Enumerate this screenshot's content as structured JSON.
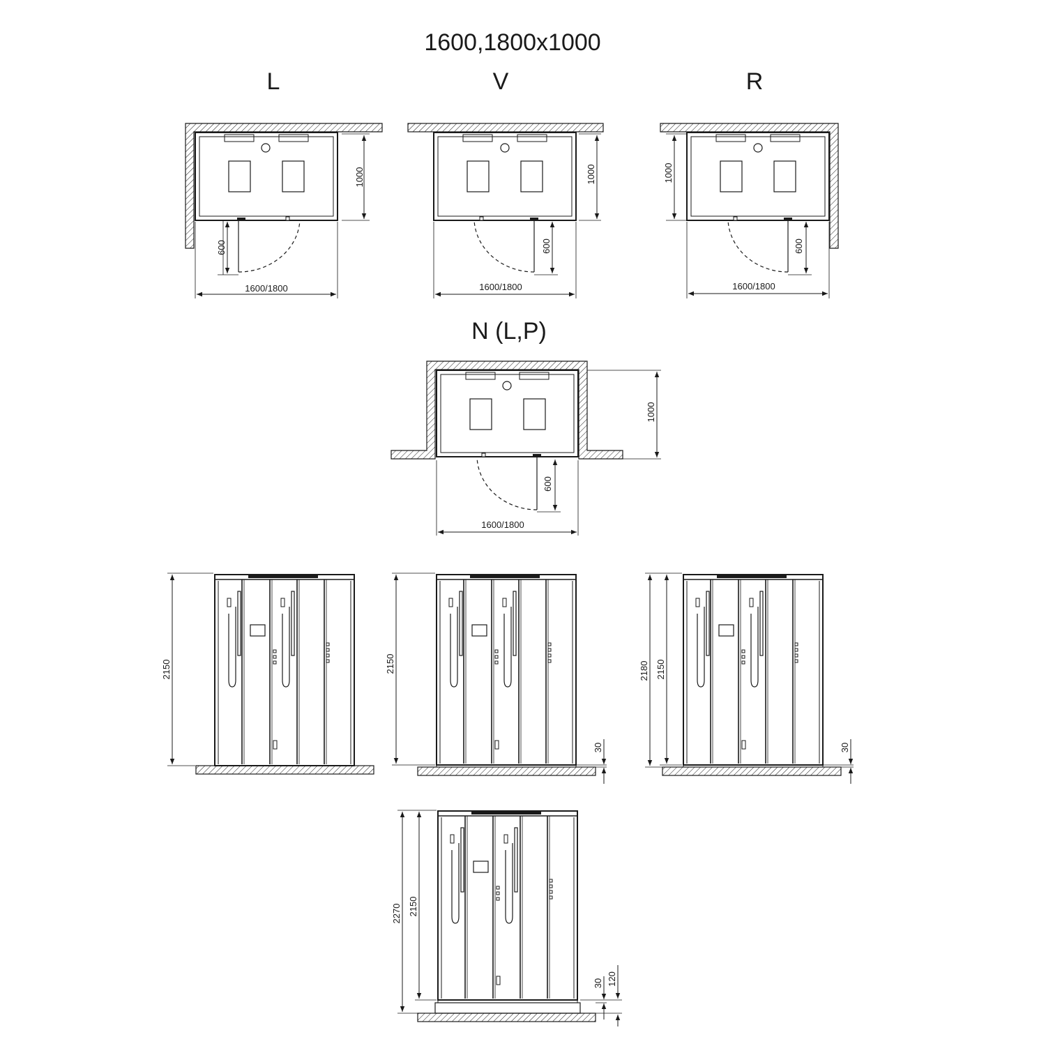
{
  "title": "1600,1800x1000",
  "plan_views": [
    {
      "label": "L",
      "dim_width": "1600/1800",
      "dim_depth": "1000",
      "dim_door": "600"
    },
    {
      "label": "V",
      "dim_width": "1600/1800",
      "dim_depth": "1000",
      "dim_door": "600"
    },
    {
      "label": "R",
      "dim_width": "1600/1800",
      "dim_depth": "1000",
      "dim_door": "600"
    },
    {
      "label": "N (L,P)",
      "dim_width": "1600/1800",
      "dim_depth": "1000",
      "dim_door": "600"
    }
  ],
  "elevation_views": [
    {
      "dims": [
        "2150"
      ]
    },
    {
      "dims": [
        "2150",
        "30"
      ]
    },
    {
      "dims": [
        "2180",
        "2150",
        "30"
      ]
    },
    {
      "dims": [
        "2270",
        "2150",
        "30",
        "120"
      ]
    }
  ],
  "colors": {
    "line": "#1a1a1a",
    "background": "#ffffff"
  }
}
